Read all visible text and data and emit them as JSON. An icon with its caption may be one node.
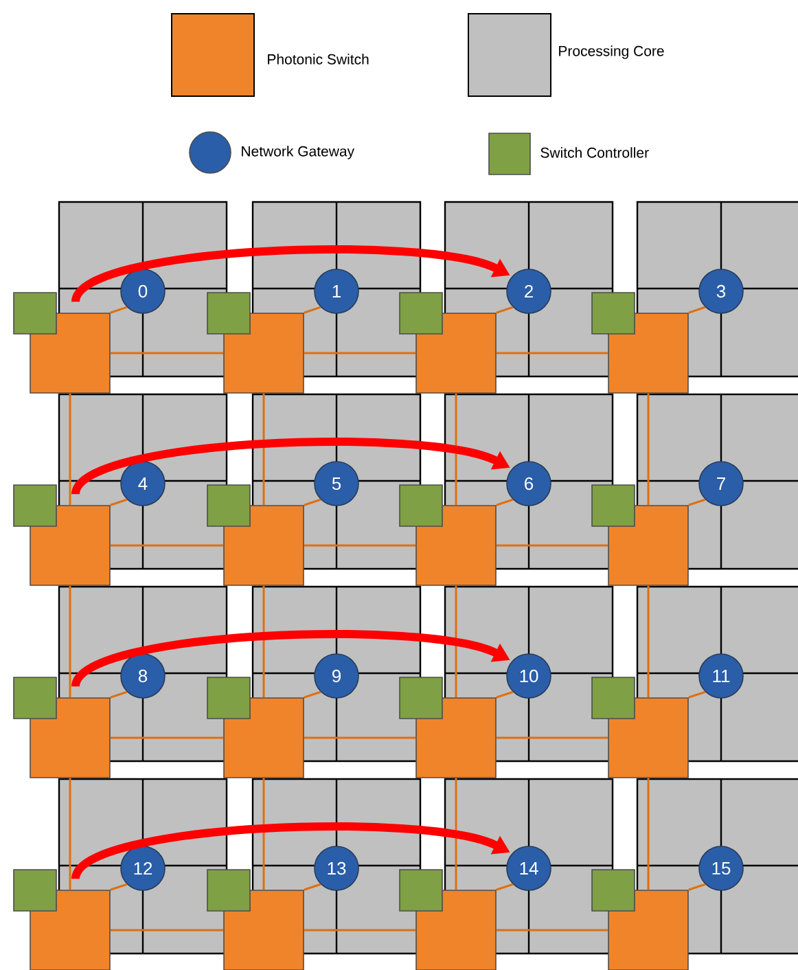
{
  "diagram": {
    "nodes": [
      {
        "text": [
          "0"
        ]
      },
      {
        "text": [
          "1"
        ]
      },
      {
        "text": [
          "2"
        ]
      },
      {
        "text": [
          "3"
        ]
      },
      {
        "text": [
          "4"
        ]
      },
      {
        "text": [
          "5"
        ]
      },
      {
        "text": [
          "6"
        ]
      },
      {
        "text": [
          "7"
        ]
      },
      {
        "text": [
          "8"
        ]
      },
      {
        "text": [
          "9"
        ]
      },
      {
        "text": [
          "10"
        ]
      },
      {
        "text": [
          "11"
        ]
      },
      {
        "text": [
          "12"
        ]
      },
      {
        "text": [
          "13"
        ]
      },
      {
        "text": [
          "14"
        ]
      },
      {
        "text": [
          "15"
        ]
      },
      {
        "text": [],
        "shape": "box"
      },
      {
        "text": [],
        "shape": "box"
      },
      {
        "text": [],
        "shape": "box"
      },
      {
        "text": [],
        "shape": "box"
      },
      {
        "text": [],
        "shape": "box"
      },
      {
        "text": [],
        "shape": "box"
      },
      {
        "text": [],
        "shape": "box"
      },
      {
        "text": [],
        "shape": "box"
      },
      {
        "text": [],
        "shape": "box"
      },
      {
        "text": [],
        "shape": "box"
      },
      {
        "text": [],
        "shape": "box"
      },
      {
        "text": [],
        "shape": "box"
      },
      {
        "text": [],
        "shape": "box"
      },
      {
        "text": [],
        "shape": "box"
      },
      {
        "text": [],
        "shape": "box"
      },
      {
        "text": [],
        "shape": "box"
      }
    ],
    "edges": [
      {
        "from": 16,
        "to": 0,
        "arrow": "none"
      },
      {
        "from": 17,
        "to": 1,
        "arrow": "none"
      },
      {
        "from": 18,
        "to": 2,
        "arrow": "none"
      },
      {
        "from": 19,
        "to": 3,
        "arrow": "none"
      },
      {
        "from": 20,
        "to": 4,
        "arrow": "none"
      },
      {
        "from": 21,
        "to": 5,
        "arrow": "none"
      },
      {
        "from": 22,
        "to": 6,
        "arrow": "none"
      },
      {
        "from": 23,
        "to": 7,
        "arrow": "none"
      },
      {
        "from": 24,
        "to": 8,
        "arrow": "none"
      },
      {
        "from": 25,
        "to": 9,
        "arrow": "none"
      },
      {
        "from": 26,
        "to": 10,
        "arrow": "none"
      },
      {
        "from": 27,
        "to": 11,
        "arrow": "none"
      },
      {
        "from": 28,
        "to": 12,
        "arrow": "none"
      },
      {
        "from": 29,
        "to": 13,
        "arrow": "none"
      },
      {
        "from": 30,
        "to": 14,
        "arrow": "none"
      },
      {
        "from": 31,
        "to": 15,
        "arrow": "none"
      },
      {
        "from": 16,
        "to": 17,
        "arrow": "none"
      },
      {
        "from": 17,
        "to": 18,
        "arrow": "none"
      },
      {
        "from": 18,
        "to": 19,
        "arrow": "none"
      },
      {
        "from": 20,
        "to": 21,
        "arrow": "none"
      },
      {
        "from": 21,
        "to": 22,
        "arrow": "none"
      },
      {
        "from": 22,
        "to": 23,
        "arrow": "none"
      },
      {
        "from": 24,
        "to": 25,
        "arrow": "none"
      },
      {
        "from": 25,
        "to": 26,
        "arrow": "none"
      },
      {
        "from": 26,
        "to": 27,
        "arrow": "none"
      },
      {
        "from": 28,
        "to": 29,
        "arrow": "none"
      },
      {
        "from": 29,
        "to": 30,
        "arrow": "none"
      },
      {
        "from": 30,
        "to": 31,
        "arrow": "none"
      },
      {
        "from": 16,
        "to": 20,
        "arrow": "none"
      },
      {
        "from": 20,
        "to": 24,
        "arrow": "none"
      },
      {
        "from": 24,
        "to": 28,
        "arrow": "none"
      },
      {
        "from": 17,
        "to": 21,
        "arrow": "none"
      },
      {
        "from": 21,
        "to": 25,
        "arrow": "none"
      },
      {
        "from": 25,
        "to": 29,
        "arrow": "none"
      },
      {
        "from": 18,
        "to": 22,
        "arrow": "none"
      },
      {
        "from": 22,
        "to": 26,
        "arrow": "none"
      },
      {
        "from": 26,
        "to": 30,
        "arrow": "none"
      },
      {
        "from": 19,
        "to": 23,
        "arrow": "none"
      },
      {
        "from": 23,
        "to": 27,
        "arrow": "none"
      },
      {
        "from": 27,
        "to": 31,
        "arrow": "none"
      },
      {
        "from": 16,
        "to": 2,
        "arrow": "to",
        "style": "thick",
        "color": "#ff0000"
      },
      {
        "from": 20,
        "to": 6,
        "arrow": "to",
        "style": "thick",
        "color": "#ff0000"
      },
      {
        "from": 24,
        "to": 10,
        "arrow": "to",
        "style": "thick",
        "color": "#ff0000"
      },
      {
        "from": 28,
        "to": 14,
        "arrow": "to",
        "style": "thick",
        "color": "#ff0000"
      }
    ],
    "legend": [
      {
        "text": "Photonic Switch",
        "color": "#f0842a"
      },
      {
        "text": "Processing Core",
        "color": "#c0c0c0"
      },
      {
        "text": "Network Gateway",
        "color": "#2a5ea8"
      },
      {
        "text": "Switch Controller",
        "color": "#7fa045"
      }
    ]
  }
}
